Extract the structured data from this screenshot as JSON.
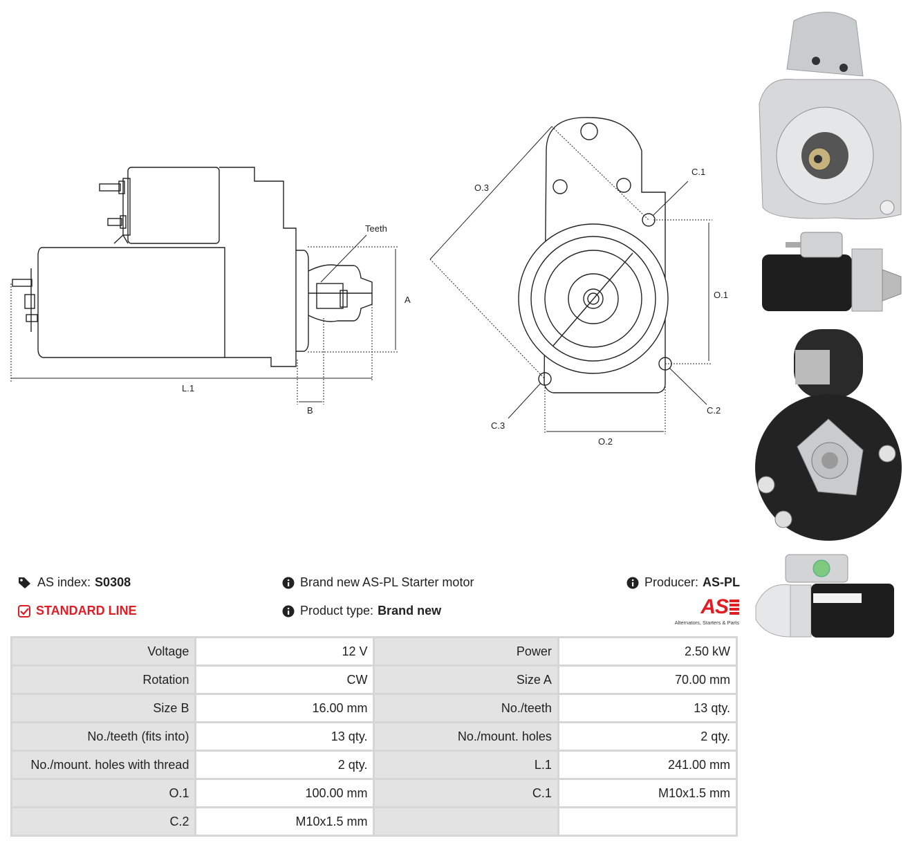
{
  "drawing_labels": {
    "teeth": "Teeth",
    "a": "A",
    "b": "B",
    "l1": "L.1",
    "o1": "O.1",
    "o2": "O.2",
    "o3": "O.3",
    "c1": "C.1",
    "c2": "C.2",
    "c3": "C.3"
  },
  "info": {
    "as_index_label": "AS index:",
    "as_index_value": "S0308",
    "standard_line": "STANDARD LINE",
    "description": "Brand new AS-PL Starter motor",
    "product_type_label": "Product type:",
    "product_type_value": "Brand new",
    "producer_label": "Producer:",
    "producer_value": "AS-PL",
    "logo_text": "AS",
    "logo_tagline": "Alternators, Starters & Parts"
  },
  "colors": {
    "accent_red": "#e31b23",
    "key_cell": "#e3e3e3",
    "grid_border": "#d6d6d6"
  },
  "icons": {
    "as_index": "tags-icon",
    "standard_line": "check-square-icon",
    "description": "info-circle-icon",
    "product_type": "info-circle-icon",
    "producer": "info-circle-icon"
  },
  "specs": [
    {
      "k1": "Voltage",
      "v1": "12 V",
      "k2": "Power",
      "v2": "2.50 kW"
    },
    {
      "k1": "Rotation",
      "v1": "CW",
      "k2": "Size A",
      "v2": "70.00 mm"
    },
    {
      "k1": "Size B",
      "v1": "16.00 mm",
      "k2": "No./teeth",
      "v2": "13 qty."
    },
    {
      "k1": "No./teeth (fits into)",
      "v1": "13 qty.",
      "k2": "No./mount. holes",
      "v2": "2 qty."
    },
    {
      "k1": "No./mount. holes with thread",
      "v1": "2 qty.",
      "k2": "L.1",
      "v2": "241.00 mm"
    },
    {
      "k1": "O.1",
      "v1": "100.00 mm",
      "k2": "C.1",
      "v2": "M10x1.5 mm"
    },
    {
      "k1": "C.2",
      "v1": "M10x1.5 mm",
      "k2": "",
      "v2": ""
    }
  ]
}
